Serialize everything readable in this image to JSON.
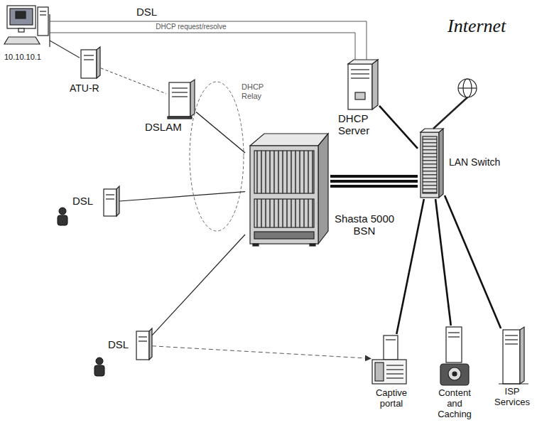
{
  "diagram": {
    "nodes": [
      {
        "text": [
          "10.10.10.1"
        ]
      },
      {
        "text": [
          "ATU-R"
        ]
      },
      {
        "text": [
          "DHCP Server"
        ]
      },
      {
        "text": [
          "DSLAM"
        ]
      },
      {
        "text": [
          "Shasta 5000 BSN"
        ]
      },
      {
        "text": [
          "LAN Switch"
        ]
      },
      {
        "text": [
          "DSL"
        ]
      },
      {
        "text": [
          "DSL"
        ]
      },
      {
        "text": [
          "Captive portal"
        ]
      },
      {
        "text": [
          "Content and Caching"
        ]
      },
      {
        "text": [
          "ISP Services"
        ]
      }
    ],
    "edges": [
      {
        "from": 0,
        "to": 1,
        "arrow": "none"
      },
      {
        "from": 0,
        "to": 2,
        "label": "DHCP request/resolve",
        "arrow": "none"
      },
      {
        "from": 1,
        "to": 3,
        "arrow": "none"
      },
      {
        "from": 3,
        "to": 4,
        "arrow": "none"
      },
      {
        "from": 6,
        "to": 4,
        "arrow": "none"
      },
      {
        "from": 7,
        "to": 4,
        "arrow": "none"
      },
      {
        "from": 4,
        "to": 5,
        "arrow": "none"
      },
      {
        "from": 2,
        "to": 5,
        "arrow": "none"
      },
      {
        "from": 5,
        "to": 8,
        "arrow": "none"
      },
      {
        "from": 5,
        "to": 9,
        "arrow": "none"
      },
      {
        "from": 5,
        "to": 10,
        "arrow": "none"
      },
      {
        "from": 7,
        "to": 8,
        "arrow": "to"
      }
    ],
    "labels": [
      "DSL",
      "Internet",
      "DHCP Relay"
    ]
  }
}
